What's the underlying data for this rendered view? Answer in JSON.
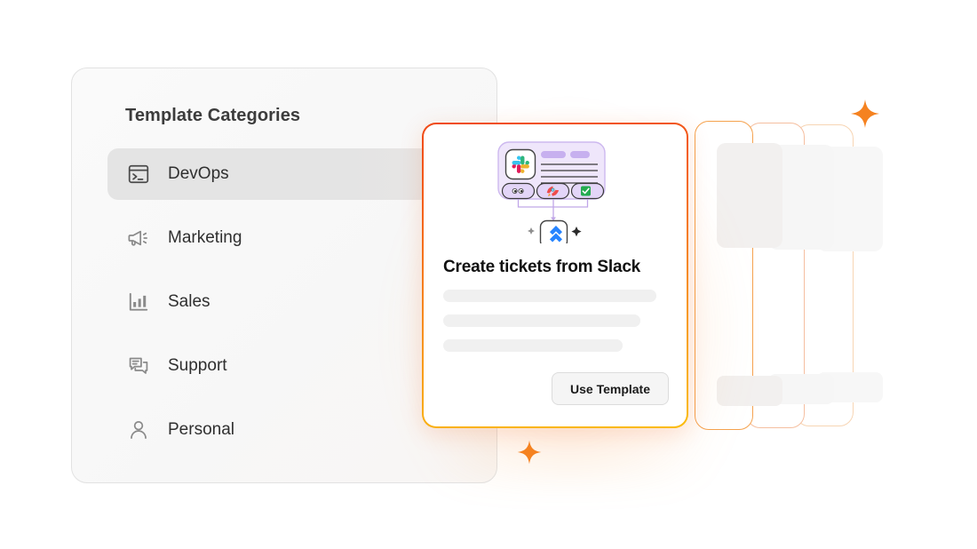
{
  "sidebar": {
    "title": "Template Categories",
    "items": [
      {
        "label": "DevOps",
        "icon": "terminal-icon",
        "active": true
      },
      {
        "label": "Marketing",
        "icon": "megaphone-icon",
        "active": false
      },
      {
        "label": "Sales",
        "icon": "bar-chart-icon",
        "active": false
      },
      {
        "label": "Support",
        "icon": "chat-icon",
        "active": false
      },
      {
        "label": "Personal",
        "icon": "user-icon",
        "active": false
      }
    ]
  },
  "card": {
    "title": "Create tickets from Slack",
    "button_label": "Use Template",
    "illustration": {
      "source_app_icon": "slack-icon",
      "target_app_icon": "jira-icon",
      "reactions": [
        "eyes-emoji",
        "rocket-emoji",
        "white-check-mark-emoji"
      ]
    },
    "description_placeholder_lines": 3
  },
  "stack": {
    "ghost_card_count": 3
  },
  "decorations": {
    "sparkles": [
      "sparkle-top-right",
      "sparkle-bottom-left"
    ]
  },
  "colors": {
    "accent_start": "#f04a18",
    "accent_end": "#fbbc0b",
    "panel_bg": "#fafafa",
    "active_item_bg": "#e4e4e4",
    "skeleton": "#f0f0f0",
    "slack_blue": "#36c5f0",
    "jira_blue": "#2684ff",
    "text_primary": "#111111",
    "text_muted": "#8a8a8a"
  }
}
